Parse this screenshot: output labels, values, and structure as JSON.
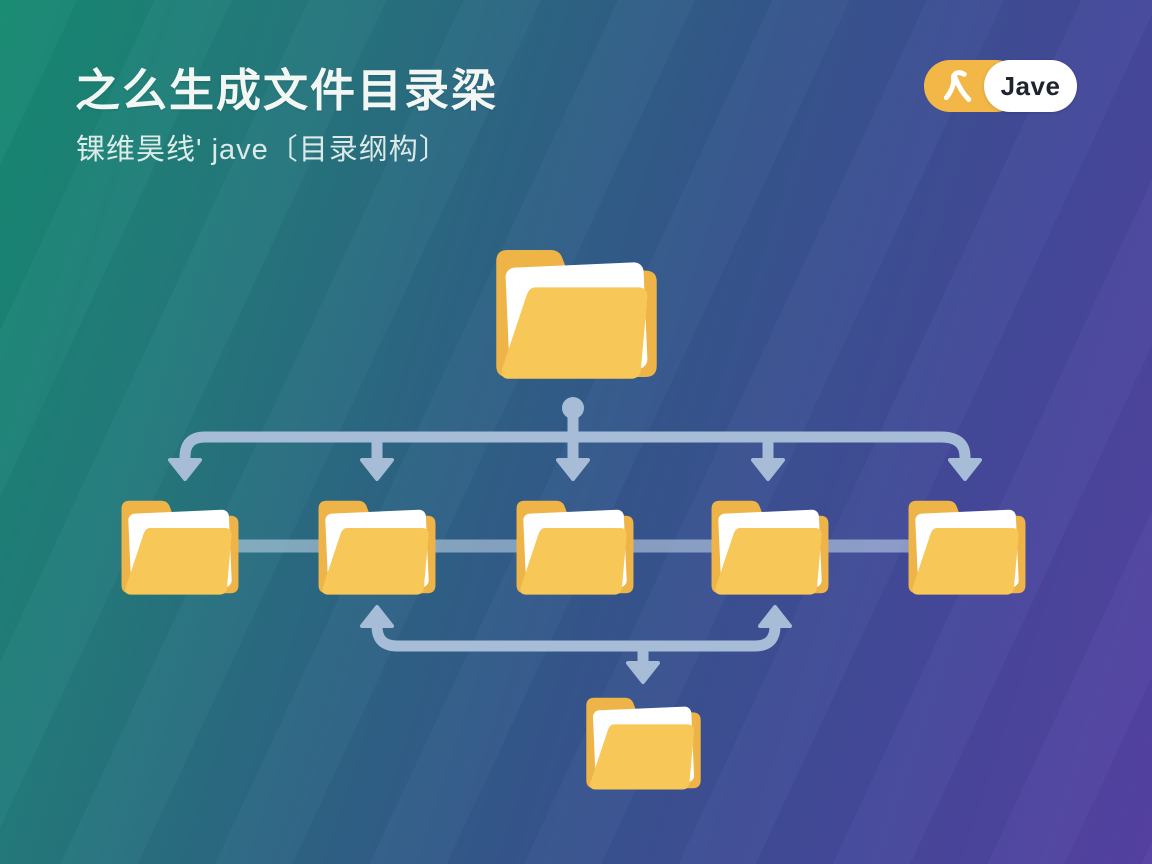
{
  "slide": {
    "title": "之么生成文件目录梁",
    "subtitle": "锞维昊线' jave〔目录纲构〕",
    "badge": {
      "label": "Jave",
      "icon": "lambda-logo-icon",
      "pill_color": "#F2B747",
      "text_color": "#1E242E"
    }
  },
  "colors": {
    "background_gradient_start": "#168A71",
    "background_gradient_mid": "#35568C",
    "background_gradient_end": "#5641A3",
    "folder_back": "#EEB447",
    "folder_front": "#F7C757",
    "folder_paper": "#FFFFFF",
    "connector": "#A7BDD7",
    "sibling_link": "#C9DAEE",
    "title_text": "#F2F7F4"
  },
  "diagram": {
    "type": "folder-tree",
    "nodes": [
      {
        "id": "root-folder",
        "level": 0,
        "icon": "open-folder-icon"
      },
      {
        "id": "child-folder-1",
        "level": 1,
        "icon": "open-folder-icon"
      },
      {
        "id": "child-folder-2",
        "level": 1,
        "icon": "open-folder-icon"
      },
      {
        "id": "child-folder-3",
        "level": 1,
        "icon": "open-folder-icon"
      },
      {
        "id": "child-folder-4",
        "level": 1,
        "icon": "open-folder-icon"
      },
      {
        "id": "child-folder-5",
        "level": 1,
        "icon": "open-folder-icon"
      },
      {
        "id": "sub-folder-1",
        "level": 2,
        "icon": "open-folder-icon"
      }
    ],
    "edges": [
      {
        "from": "root-folder",
        "to": "child-folder-1",
        "style": "arrow-down"
      },
      {
        "from": "root-folder",
        "to": "child-folder-2",
        "style": "arrow-down"
      },
      {
        "from": "root-folder",
        "to": "child-folder-3",
        "style": "arrow-down"
      },
      {
        "from": "root-folder",
        "to": "child-folder-4",
        "style": "arrow-down"
      },
      {
        "from": "root-folder",
        "to": "child-folder-5",
        "style": "arrow-down"
      },
      {
        "type": "sibling-link",
        "between": [
          "child-folder-1",
          "child-folder-5"
        ],
        "style": "plain-line"
      },
      {
        "type": "loop",
        "arrows_up_into": [
          "child-folder-2",
          "child-folder-4"
        ],
        "arrow_down_into": "sub-folder-1"
      }
    ]
  }
}
